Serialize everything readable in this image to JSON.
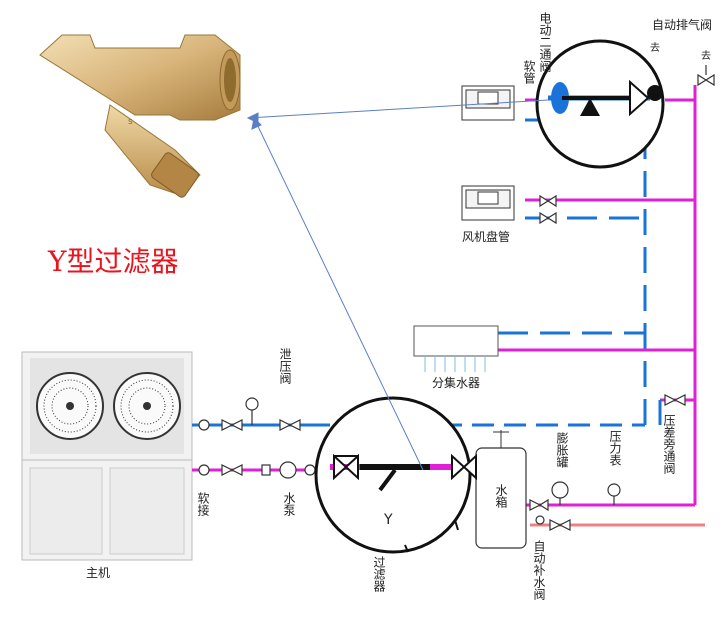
{
  "labels": {
    "filter_title": "Y型过滤器",
    "main_unit": "主机",
    "soft_joint": "软接",
    "pump": "水泵",
    "relief_valve": "泄压阀",
    "y_filter_small": "Y",
    "filter_vertical": "过滤器",
    "tank": "水箱",
    "expansion_tank": "膨胀罐",
    "pressure_gauge": "压力表",
    "auto_makeup_valve": "自动补水阀",
    "bypass_valve": "压差旁通阀",
    "manifold": "分集水器",
    "fan_coil": "风机盘管",
    "soft_pipe": "软管",
    "two_way_valve": "电动二通阀",
    "auto_air_vent": "自动排气阀",
    "vent_mark_1": "去",
    "vent_mark_2": "去"
  },
  "colors": {
    "supply_pipe": "#1a73d9",
    "return_pipe": "#e01fd6",
    "makeup_pipe": "#f08080",
    "callout_line": "#5b7fc4",
    "filter_brass": "#d8b47a"
  }
}
